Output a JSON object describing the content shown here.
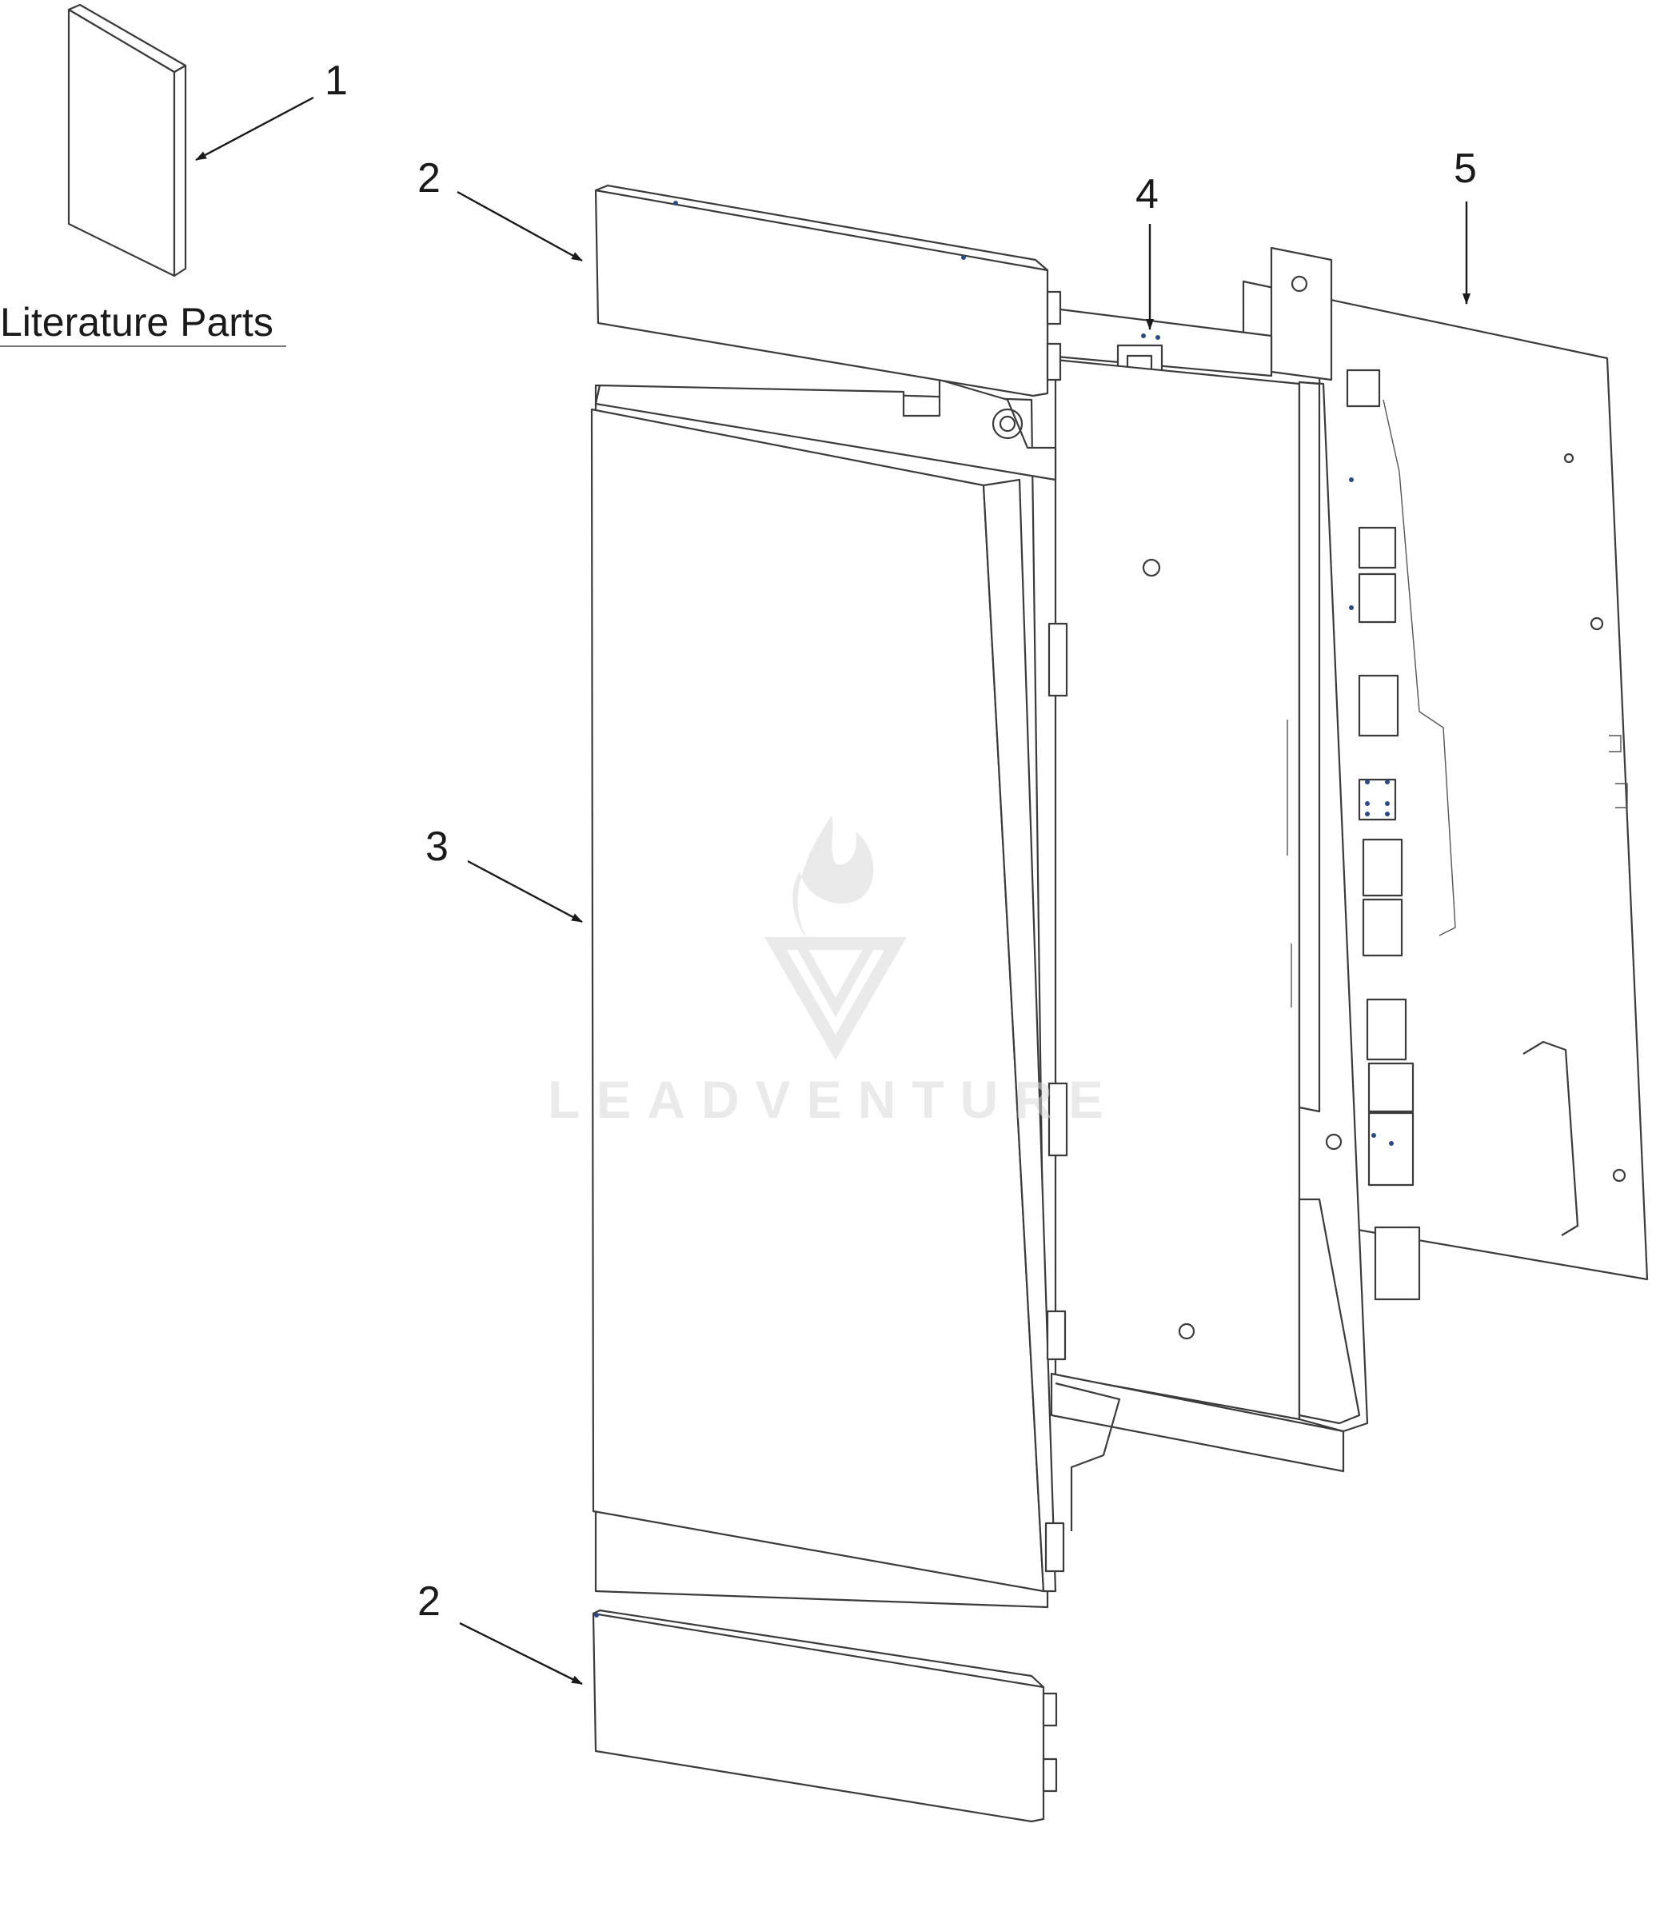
{
  "literature": {
    "caption": "Literature Parts"
  },
  "callouts": [
    {
      "id": "callout-1",
      "label": "1",
      "part": "literature-booklet"
    },
    {
      "id": "callout-2-top",
      "label": "2",
      "part": "top-end-cap"
    },
    {
      "id": "callout-3",
      "label": "3",
      "part": "front-panel"
    },
    {
      "id": "callout-4",
      "label": "4",
      "part": "mounting-bracket"
    },
    {
      "id": "callout-5",
      "label": "5",
      "part": "control-board"
    },
    {
      "id": "callout-2-bottom",
      "label": "2",
      "part": "bottom-end-cap"
    }
  ],
  "watermark": {
    "text": "LEADVENTURE",
    "icon": "flame-v-logo-icon"
  },
  "colors": {
    "line": "#3b3b3b",
    "text": "#1a1a1a",
    "watermark": "#d9d9d9",
    "connector_pin": "#2a4a8a"
  }
}
